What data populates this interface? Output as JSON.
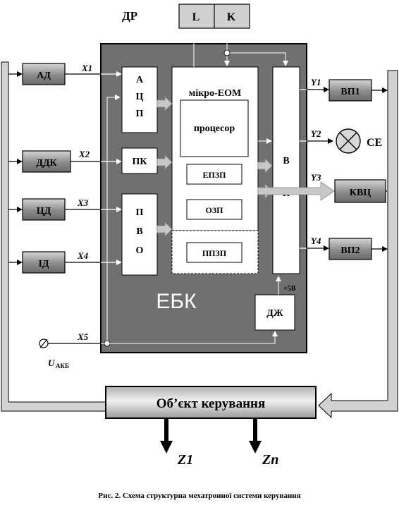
{
  "diagram": {
    "top_label": "ДР",
    "lk": {
      "l": "L",
      "k": "K"
    },
    "sensors": [
      {
        "name": "АД",
        "signal": "X1"
      },
      {
        "name": "ДДК",
        "signal": "X2"
      },
      {
        "name": "ЦД",
        "signal": "X3"
      },
      {
        "name": "ІД",
        "signal": "X4"
      }
    ],
    "battery": {
      "signal": "X5",
      "label": "U",
      "sub": "АКБ"
    },
    "ebk": {
      "label": "ЕБК",
      "adc": [
        "А",
        "Ц",
        "П"
      ],
      "pk": "ПК",
      "pvo": [
        "П",
        "В",
        "О"
      ],
      "micro": "мікро-ЕОМ",
      "processor": "процесор",
      "eprom": "ЕПЗП",
      "ram": "ОЗП",
      "pprom": "ППЗП",
      "vk": [
        "В",
        "К"
      ],
      "dzh": "ДЖ",
      "plus5": "+5В"
    },
    "outputs": [
      {
        "signal": "Y1",
        "name": "ВП1"
      },
      {
        "signal": "Y2",
        "name": "СЕ"
      },
      {
        "signal": "Y3",
        "name": "КВЦ"
      },
      {
        "signal": "Y4",
        "name": "ВП2"
      }
    ],
    "object": "Об’єкт керування",
    "z_outputs": [
      "Z1",
      "Zn"
    ]
  },
  "caption": "Рис. 2. Схема структурна мехатронної системи керування"
}
